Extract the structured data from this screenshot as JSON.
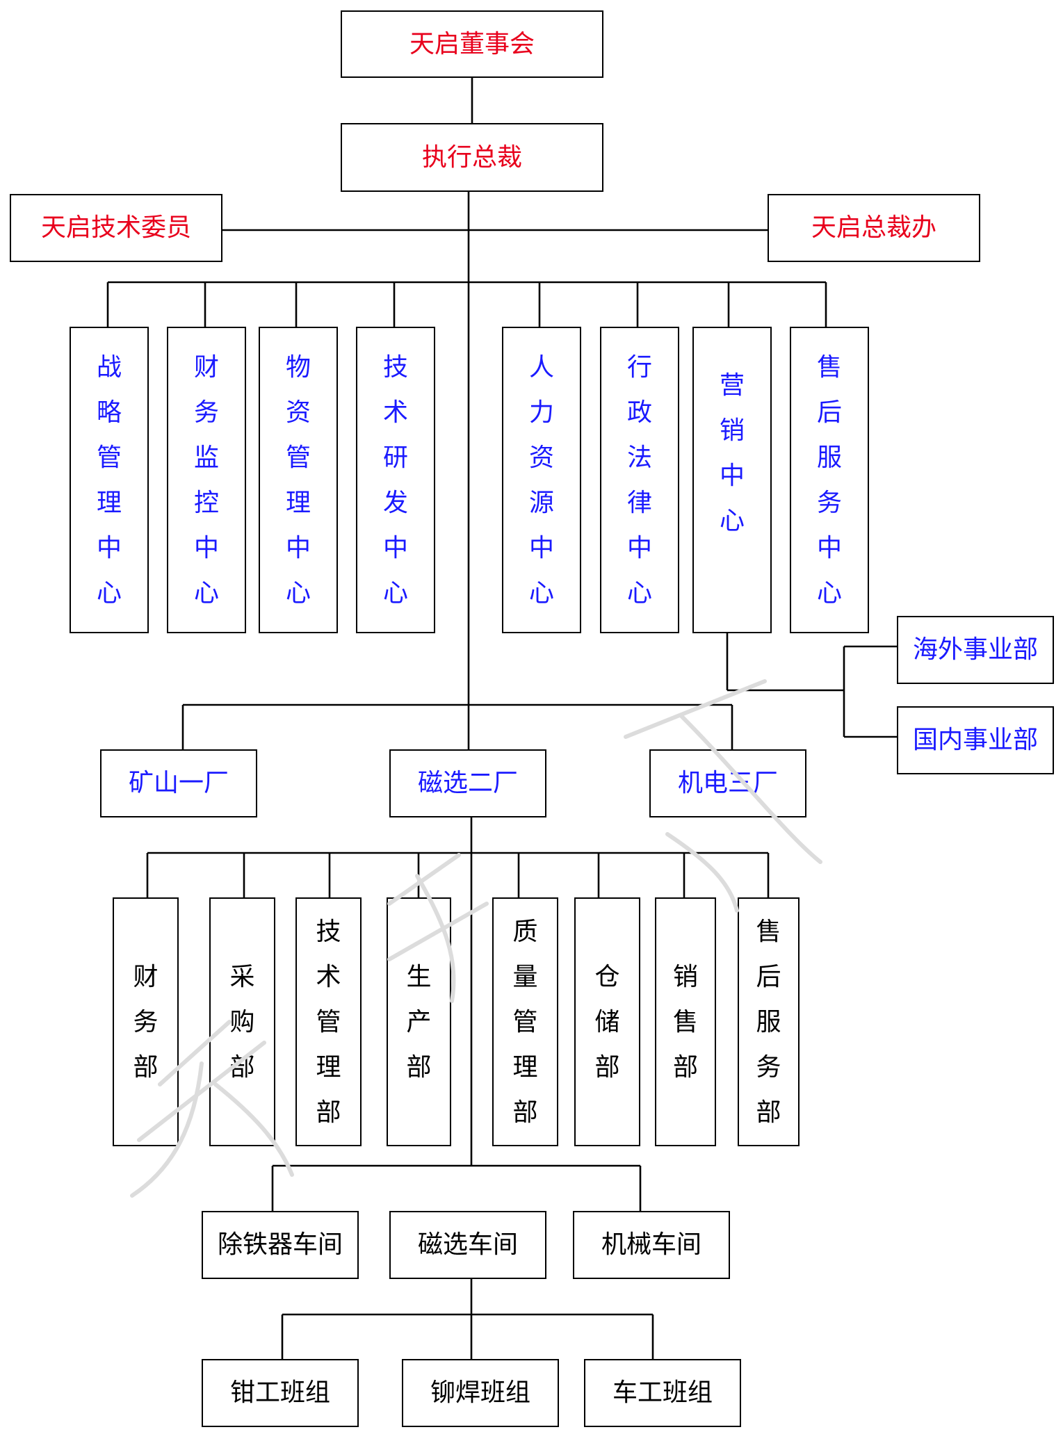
{
  "board": "天启董事会",
  "ceo": "执行总裁",
  "tech_committee": "天启技术委员",
  "president_office": "天启总裁办",
  "centers": [
    "战略管理中心",
    "财务监控中心",
    "物资管理中心",
    "技术研发中心",
    "人力资源中心",
    "行政法律中心",
    "营销中心",
    "售后服务中心"
  ],
  "business_units": [
    "海外事业部",
    "国内事业部"
  ],
  "factories": [
    "矿山一厂",
    "磁选二厂",
    "机电三厂"
  ],
  "departments": [
    "财务部",
    "采购部",
    "技术管理部",
    "生产部",
    "质量管理部",
    "仓储部",
    "销售部",
    "售后服务部"
  ],
  "workshops": [
    "除铁器车间",
    "磁选车间",
    "机械车间"
  ],
  "teams": [
    "钳工班组",
    "铆焊班组",
    "车工班组"
  ],
  "watermark": "天启公司",
  "colors": {
    "top_level": "#e8001c",
    "middle_level": "#1a1aff",
    "lower_level": "#000000"
  }
}
